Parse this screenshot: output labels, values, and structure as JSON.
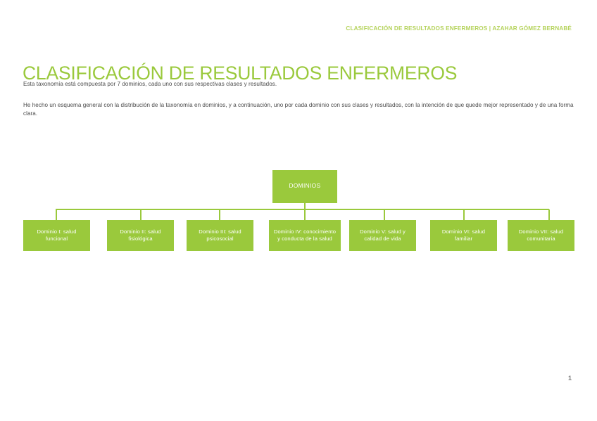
{
  "document": {
    "running_header": "CLASIFICACIÓN DE RESULTADOS ENFERMEROS | AZAHAR GÓMEZ BERNABÉ",
    "title": "CLASIFICACIÓN DE RESULTADOS ENFERMEROS",
    "paragraphs": [
      "Esta taxonomía está compuesta por 7 dominios, cada uno con sus respectivas clases y resultados.",
      "He hecho un esquema general con la distribución de la taxonomía en dominios, y a continuación, uno por cada dominio con sus clases y resultados, con la intención de que quede mejor representado y de una forma clara."
    ],
    "page_number": "1"
  },
  "colors": {
    "brand_green": "#9ac93c",
    "header_green": "#b5d35c",
    "body_text": "#4a4a4a",
    "page_number": "#7d7d7d",
    "background": "#ffffff"
  },
  "diagram": {
    "type": "org-chart",
    "root": {
      "label": "DOMINIOS"
    },
    "children": [
      {
        "label": "Dominio I: salud funcional"
      },
      {
        "label": "Dominio II: salud fisiológica"
      },
      {
        "label": "Dominio III: salud psicosocial"
      },
      {
        "label": "Dominio IV: conocimiento y conducta de la salud"
      },
      {
        "label": "Dominio V: salud y calidad de vida"
      },
      {
        "label": "Dominio VI: salud familiar"
      },
      {
        "label": "Dominio VII: salud comunitaria"
      }
    ]
  }
}
